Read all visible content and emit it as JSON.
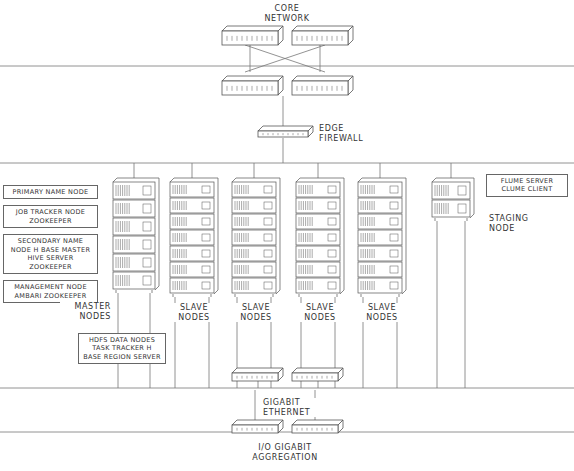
{
  "diagram": {
    "nodes": [
      {
        "text": [
          "PRIMARY NAME NODE"
        ]
      },
      {
        "text": [
          "JOB TRACKER NODE ZOOKEEPER"
        ]
      },
      {
        "text": [
          "SECONDARY NAME NODE H BASE MASTER HIVE SERVER ZOOKEEPER"
        ]
      },
      {
        "text": [
          "MANAGEMENT NODE AMBARI ZOOKEEPER"
        ]
      },
      {
        "text": [
          "FLUME SERVER CLUME CLIENT"
        ]
      },
      {
        "text": [
          "HDFS DATA NODES TASK TRACKER H BASE REGION SERVER"
        ]
      }
    ],
    "labels": [
      "CORE NETWORK",
      "EDGE FIREWALL",
      "MASTER NODES",
      "SLAVE NODES",
      "SLAVE NODES",
      "SLAVE NODES",
      "SLAVE NODES",
      "STAGING NODE",
      "GIGABIT ETHERNET",
      "I/O GIGABIT AGGREGATION"
    ]
  }
}
